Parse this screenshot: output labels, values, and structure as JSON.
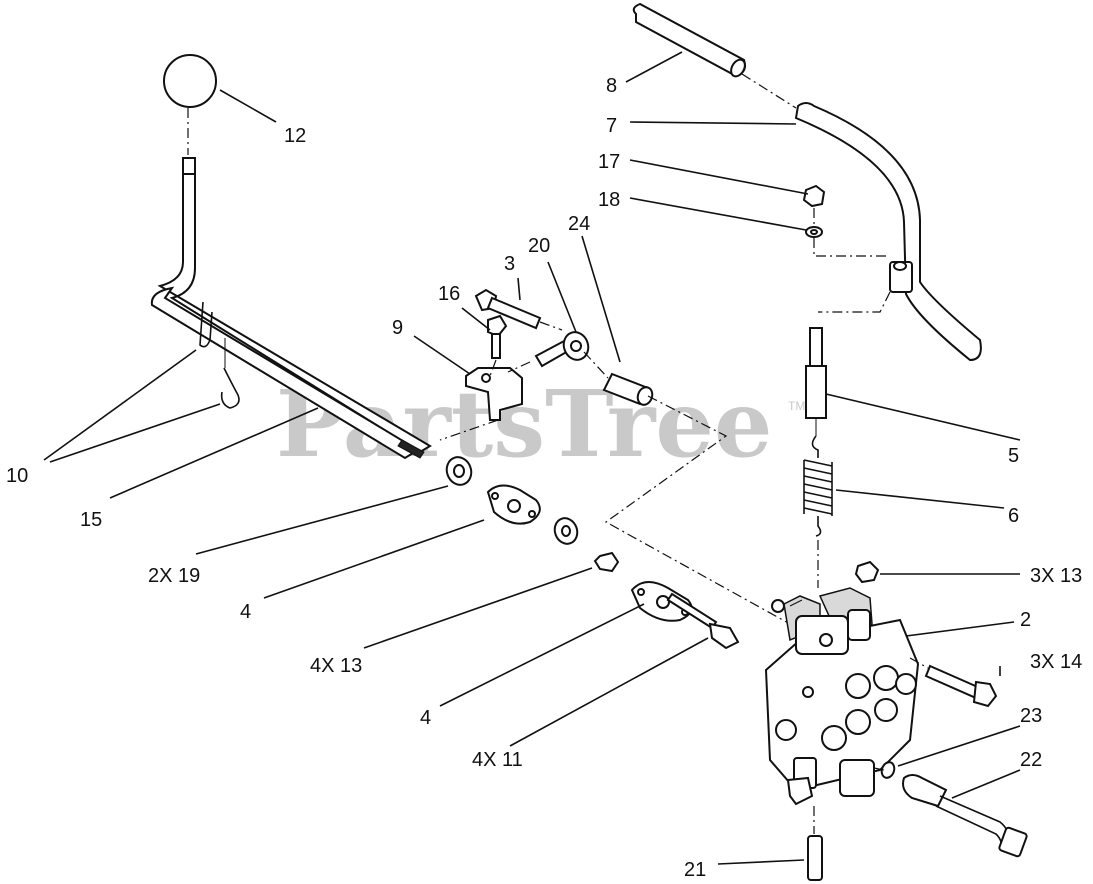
{
  "watermark": {
    "text": "PartsTree",
    "tm": "TM"
  },
  "callouts": {
    "c8": "8",
    "c7": "7",
    "c17": "17",
    "c18": "18",
    "c12": "12",
    "c3": "3",
    "c20": "20",
    "c24": "24",
    "c16": "16",
    "c9": "9",
    "c5": "5",
    "c6": "6",
    "c10": "10",
    "c15": "15",
    "c2x19": "2X 19",
    "c3x13": "3X 13",
    "c2": "2",
    "c4a": "4",
    "c3x14": "3X 14",
    "c4x13": "4X 13",
    "c4b": "4",
    "c23": "23",
    "c4x11": "4X 11",
    "c22": "22",
    "c21": "21"
  },
  "colors": {
    "ink": "#111111",
    "watermark": "#c9c9c9",
    "shade": "#d9d9d9"
  }
}
